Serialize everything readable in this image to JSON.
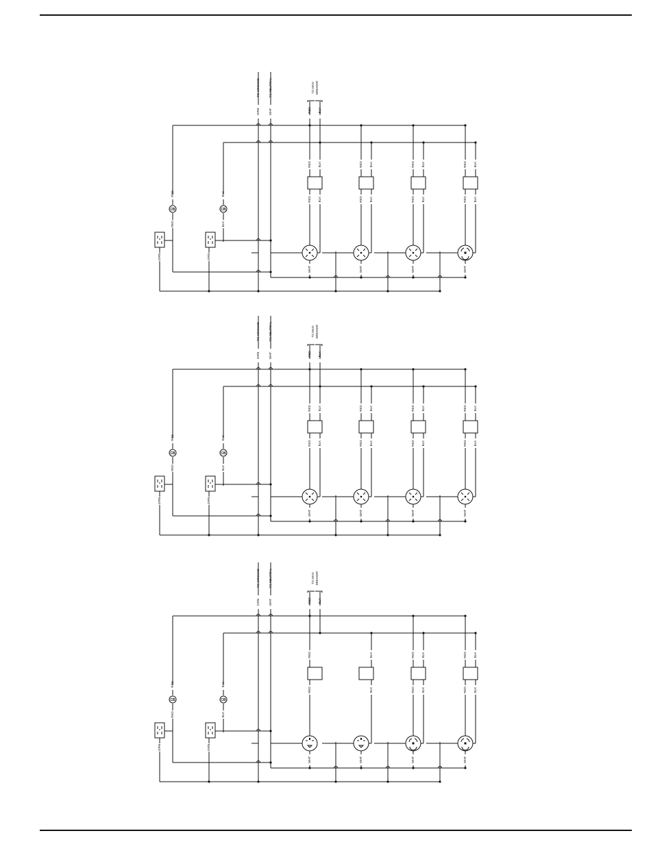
{
  "labels": {
    "to_ground": "TO GROUND",
    "to_neutral": "TO NEUTRAL",
    "to_main_breaker_1": "TO MAIN",
    "to_main_breaker_2": "BREAKER",
    "grn": "GRN",
    "wht": "WHT",
    "red": "RED",
    "blk": "BLK",
    "cb": "CB"
  },
  "diagrams": [
    {
      "name": "wiring-diagram-1",
      "breakers": [
        [
          "RED",
          "BLK"
        ],
        [
          "RED",
          "BLK"
        ],
        [
          "RED",
          "BLK"
        ],
        [
          "RED",
          "BLK"
        ]
      ],
      "receptacles": [
        "4-prong",
        "4-prong",
        "4-prong",
        "4-prong-locking"
      ]
    },
    {
      "name": "wiring-diagram-2",
      "breakers": [
        [
          "RED",
          "BLK"
        ],
        [
          "RED",
          "BLK"
        ],
        [
          "RED",
          "BLK"
        ],
        [
          "RED",
          "BLK"
        ]
      ],
      "receptacles": [
        "4-prong",
        "4-prong",
        "4-prong",
        "4-prong"
      ]
    },
    {
      "name": "wiring-diagram-3",
      "breakers": [
        [
          "RED"
        ],
        [
          "BLK"
        ],
        [
          "RED",
          "BLK"
        ],
        [
          "RED",
          "BLK"
        ]
      ],
      "receptacles": [
        "3-prong",
        "3-prong",
        "4-prong-locking",
        "4-prong-locking"
      ]
    }
  ]
}
